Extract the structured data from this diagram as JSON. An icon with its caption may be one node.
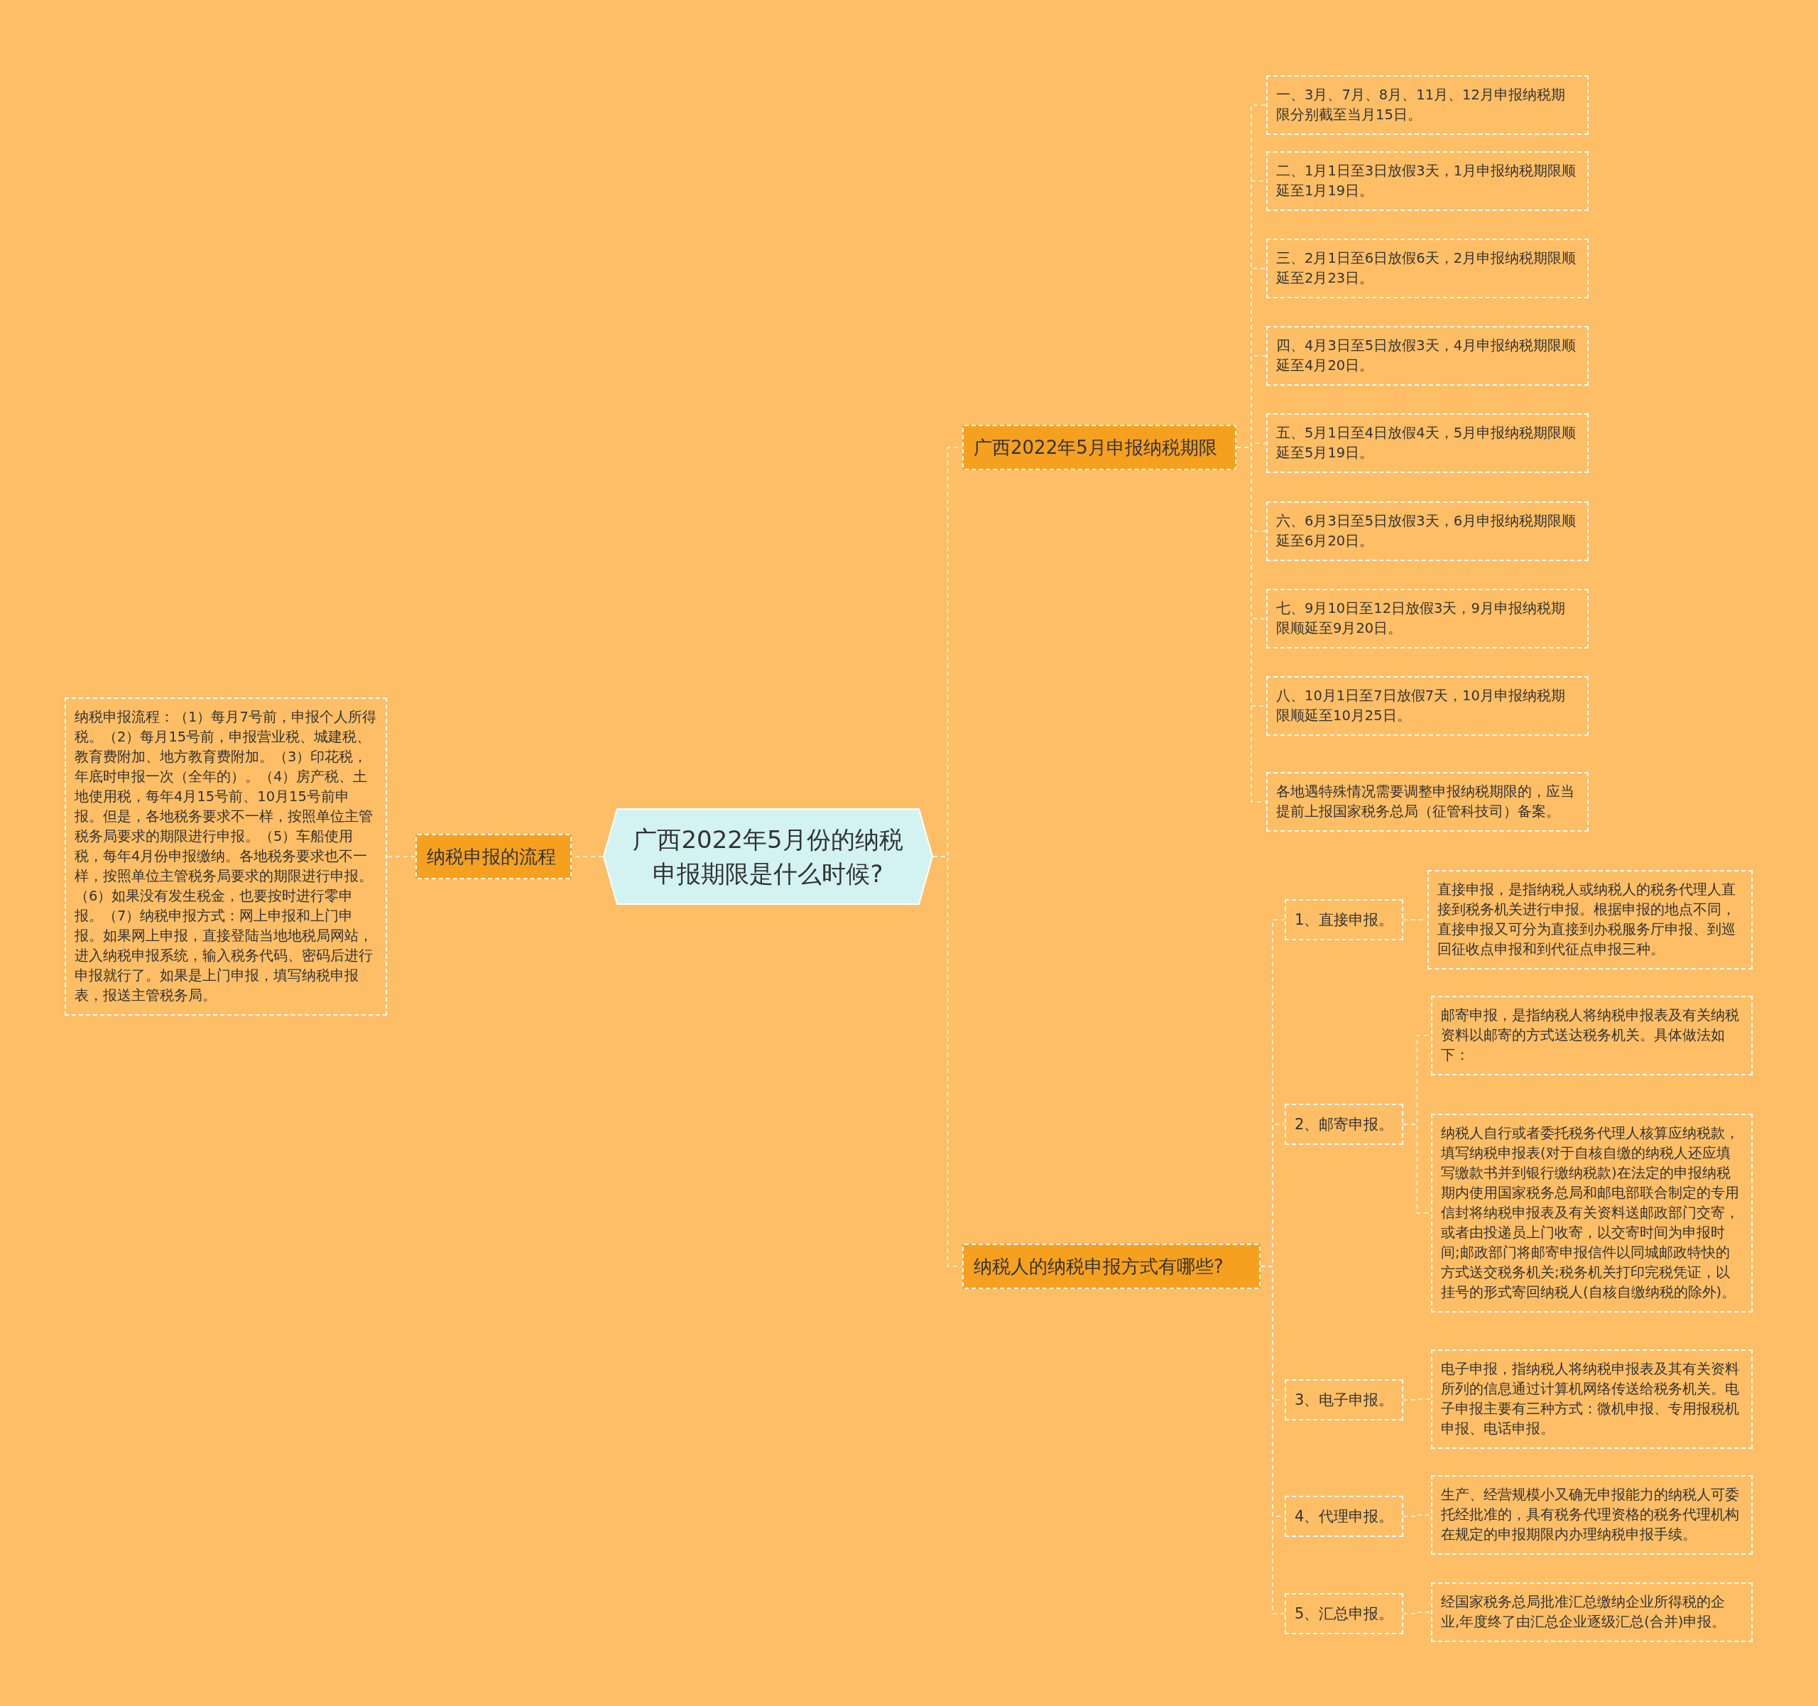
{
  "diagram": {
    "nodes": [
      {
        "text": [
          "广西2022年5月份的纳税申报期限是什么时候?"
        ]
      },
      {
        "text": [
          "广西2022年5月申报纳税期限"
        ]
      },
      {
        "text": [
          "一、3月、7月、8月、11月、12月申报纳税期限分别截至当月15日。"
        ]
      },
      {
        "text": [
          "二、1月1日至3日放假3天，1月申报纳税期限顺延至1月19日。"
        ]
      },
      {
        "text": [
          "三、2月1日至6日放假6天，2月申报纳税期限顺延至2月23日。"
        ]
      },
      {
        "text": [
          "四、4月3日至5日放假3天，4月申报纳税期限顺延至4月20日。"
        ]
      },
      {
        "text": [
          "五、5月1日至4日放假4天，5月申报纳税期限顺延至5月19日。"
        ]
      },
      {
        "text": [
          "六、6月3日至5日放假3天，6月申报纳税期限顺延至6月20日。"
        ]
      },
      {
        "text": [
          "七、9月10日至12日放假3天，9月申报纳税期限顺延至9月20日。"
        ]
      },
      {
        "text": [
          "八、10月1日至7日放假7天，10月申报纳税期限顺延至10月25日。"
        ]
      },
      {
        "text": [
          "各地遇特殊情况需要调整申报纳税期限的，应当提前上报国家税务总局（征管科技司）备案。"
        ]
      },
      {
        "text": [
          "纳税申报的流程"
        ]
      },
      {
        "text": [
          "纳税申报流程：（1）每月7号前，申报个人所得税。（2）每月15号前，申报营业税、城建税、教育费附加、地方教育费附加。（3）印花税，年底时申报一次（全年的）。（4）房产税、土地使用税，每年4月15号前、10月15号前申报。但是，各地税务要求不一样，按照单位主管税务局要求的期限进行申报。（5）车船使用税，每年4月份申报缴纳。各地税务要求也不一样，按照单位主管税务局要求的期限进行申报。（6）如果没有发生税金，也要按时进行零申报。（7）纳税申报方式：网上申报和上门申报。如果网上申报，直接登陆当地地税局网站，进入纳税申报系统，输入税务代码、密码后进行申报就行了。如果是上门申报，填写纳税申报表，报送主管税务局。"
        ]
      },
      {
        "text": [
          "纳税人的纳税申报方式有哪些?"
        ]
      },
      {
        "text": [
          "1、直接申报。"
        ]
      },
      {
        "text": [
          "直接申报，是指纳税人或纳税人的税务代理人直接到税务机关进行申报。根据申报的地点不同，直接申报又可分为直接到办税服务厅申报、到巡回征收点申报和到代征点申报三种。"
        ]
      },
      {
        "text": [
          "2、邮寄申报。"
        ]
      },
      {
        "text": [
          "邮寄申报，是指纳税人将纳税申报表及有关纳税资料以邮寄的方式送达税务机关。具体做法如下："
        ]
      },
      {
        "text": [
          "纳税人自行或者委托税务代理人核算应纳税款，填写纳税申报表(对于自核自缴的纳税人还应填写缴款书并到银行缴纳税款)在法定的申报纳税期内使用国家税务总局和邮电部联合制定的专用信封将纳税申报表及有关资料送邮政部门交寄，或者由投递员上门收寄，以交寄时间为申报时间;邮政部门将邮寄申报信件以同城邮政特快的方式送交税务机关;税务机关打印完税凭证，以挂号的形式寄回纳税人(自核自缴纳税的除外)。"
        ]
      },
      {
        "text": [
          "3、电子申报。"
        ]
      },
      {
        "text": [
          "电子申报，指纳税人将纳税申报表及其有关资料所列的信息通过计算机网络传送给税务机关。电子申报主要有三种方式：微机申报、专用报税机申报、电话申报。"
        ]
      },
      {
        "text": [
          "4、代理申报。"
        ]
      },
      {
        "text": [
          "生产、经营规模小又确无申报能力的纳税人可委托经批准的，具有税务代理资格的税务代理机构在规定的申报期限内办理纳税申报手续。"
        ]
      },
      {
        "text": [
          "5、汇总申报。"
        ]
      },
      {
        "text": [
          "经国家税务总局批准汇总缴纳企业所得税的企业,年度终了由汇总企业逐级汇总(合并)申报。"
        ]
      }
    ],
    "edges": [
      {
        "from": 0,
        "to": 1,
        "arrow": "none",
        "style": "dashed"
      },
      {
        "from": 1,
        "to": 2,
        "arrow": "none",
        "style": "dashed"
      },
      {
        "from": 1,
        "to": 3,
        "arrow": "none",
        "style": "dashed"
      },
      {
        "from": 1,
        "to": 4,
        "arrow": "none",
        "style": "dashed"
      },
      {
        "from": 1,
        "to": 5,
        "arrow": "none",
        "style": "dashed"
      },
      {
        "from": 1,
        "to": 6,
        "arrow": "none",
        "style": "dashed"
      },
      {
        "from": 1,
        "to": 7,
        "arrow": "none",
        "style": "dashed"
      },
      {
        "from": 1,
        "to": 8,
        "arrow": "none",
        "style": "dashed"
      },
      {
        "from": 1,
        "to": 9,
        "arrow": "none",
        "style": "dashed"
      },
      {
        "from": 1,
        "to": 10,
        "arrow": "none",
        "style": "dashed"
      },
      {
        "from": 0,
        "to": 11,
        "arrow": "none",
        "style": "dashed"
      },
      {
        "from": 11,
        "to": 12,
        "arrow": "none",
        "style": "dashed"
      },
      {
        "from": 0,
        "to": 13,
        "arrow": "none",
        "style": "dashed"
      },
      {
        "from": 13,
        "to": 14,
        "arrow": "none",
        "style": "dashed"
      },
      {
        "from": 14,
        "to": 15,
        "arrow": "none",
        "style": "dashed"
      },
      {
        "from": 13,
        "to": 16,
        "arrow": "none",
        "style": "dashed"
      },
      {
        "from": 16,
        "to": 17,
        "arrow": "none",
        "style": "dashed"
      },
      {
        "from": 16,
        "to": 18,
        "arrow": "none",
        "style": "dashed"
      },
      {
        "from": 13,
        "to": 19,
        "arrow": "none",
        "style": "dashed"
      },
      {
        "from": 19,
        "to": 20,
        "arrow": "none",
        "style": "dashed"
      },
      {
        "from": 13,
        "to": 21,
        "arrow": "none",
        "style": "dashed"
      },
      {
        "from": 21,
        "to": 22,
        "arrow": "none",
        "style": "dashed"
      },
      {
        "from": 13,
        "to": 23,
        "arrow": "none",
        "style": "dashed"
      },
      {
        "from": 23,
        "to": 24,
        "arrow": "none",
        "style": "dashed"
      }
    ]
  }
}
